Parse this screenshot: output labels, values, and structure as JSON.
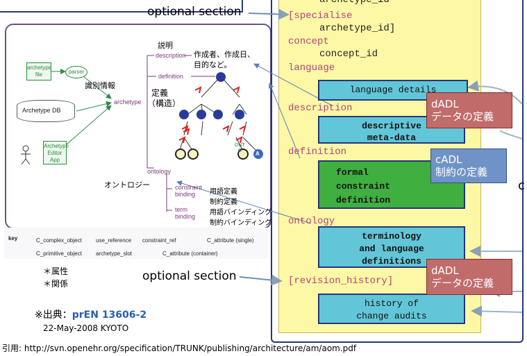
{
  "top": {
    "optional_section_top": "optional section"
  },
  "left": {
    "setsumei": "説明",
    "description_label": "description",
    "sakuseisha": "作成者、作成日、",
    "mokuteki": "目的など。",
    "shikibetsu": "識別情報",
    "definition_label": "definition",
    "archetype_label": "archetype",
    "teigi": "定義",
    "kouzou": "（構造）",
    "archetype_file": "archetype\nfile",
    "parser": "parser",
    "archetype_db": "Archetype DB",
    "editor_app": "Archetype\nEditor\nApp",
    "ontology_jp": "オントロジー",
    "ontology_label": "ontology",
    "constraint_binding": "constraint\nbinding",
    "term_binding": "term\nbinding",
    "yougo_teigi": "用語定義",
    "seiyaku_teigi": "制約定義",
    "yougo_binding": "用語バインディング",
    "seiyaku_binding": "制約バインディング",
    "ont_badge": "ONT\nC",
    "a_badge": "A"
  },
  "key": {
    "key_label": "key",
    "c_complex_object": "C_complex_object",
    "use_reference": "use_reference",
    "constraint_ref": "constraint_ref",
    "c_attribute_single": "C_attribute (single)",
    "c_primitive_object": "C_primitive_object",
    "archetype_slot": "archetype_slot",
    "c_attribute_container": "C_attribute (container)"
  },
  "notes": {
    "zokusei": "＊属性",
    "kankei": "＊関係",
    "optional_section_bottom": "optional section",
    "source_prefix": "※出典：",
    "source_name": "prEN 13606-2",
    "date_place": "22-May-2008 KYOTO",
    "citation": "引用:  http://svn.openehr.org/specification/TRUNK/publishing/architecture/am/aom.pdf"
  },
  "adl": {
    "archetype_id_top": "archetype_id",
    "specialise": "[specialise",
    "specialise_id": "archetype_id]",
    "concept": "concept",
    "concept_id": "concept_id",
    "language": "language",
    "language_details": "language details",
    "description": "description",
    "descriptive": "descriptive",
    "meta_data": "meta-data",
    "definition": "definition",
    "formal": "formal",
    "constraint": "constraint",
    "definition_box": "definition",
    "ontology": "ontology",
    "terminology": "terminology",
    "and_language": "and language",
    "definitions": "definitions",
    "revision_history": "[revision_history]",
    "history_of": "history of",
    "change_audits": "change audits"
  },
  "callouts": {
    "dadl_1_title": "dADL",
    "dadl_1_sub": "データの定義",
    "cadl_title": "cADL",
    "cadl_sub": "制約の定義",
    "dadl_2_title": "dADL",
    "dadl_2_sub": "データの定義",
    "edge_c": "c"
  },
  "colors": {
    "yellow_panel": "#fcf8a5",
    "cyan_box": "#62c6d8",
    "green_box": "#3faf3f",
    "dadl_red": "#c16b6b",
    "cadl_blue": "#6f93c7",
    "navy_border": "#24367a",
    "keyword_magenta": "#b4437a"
  }
}
